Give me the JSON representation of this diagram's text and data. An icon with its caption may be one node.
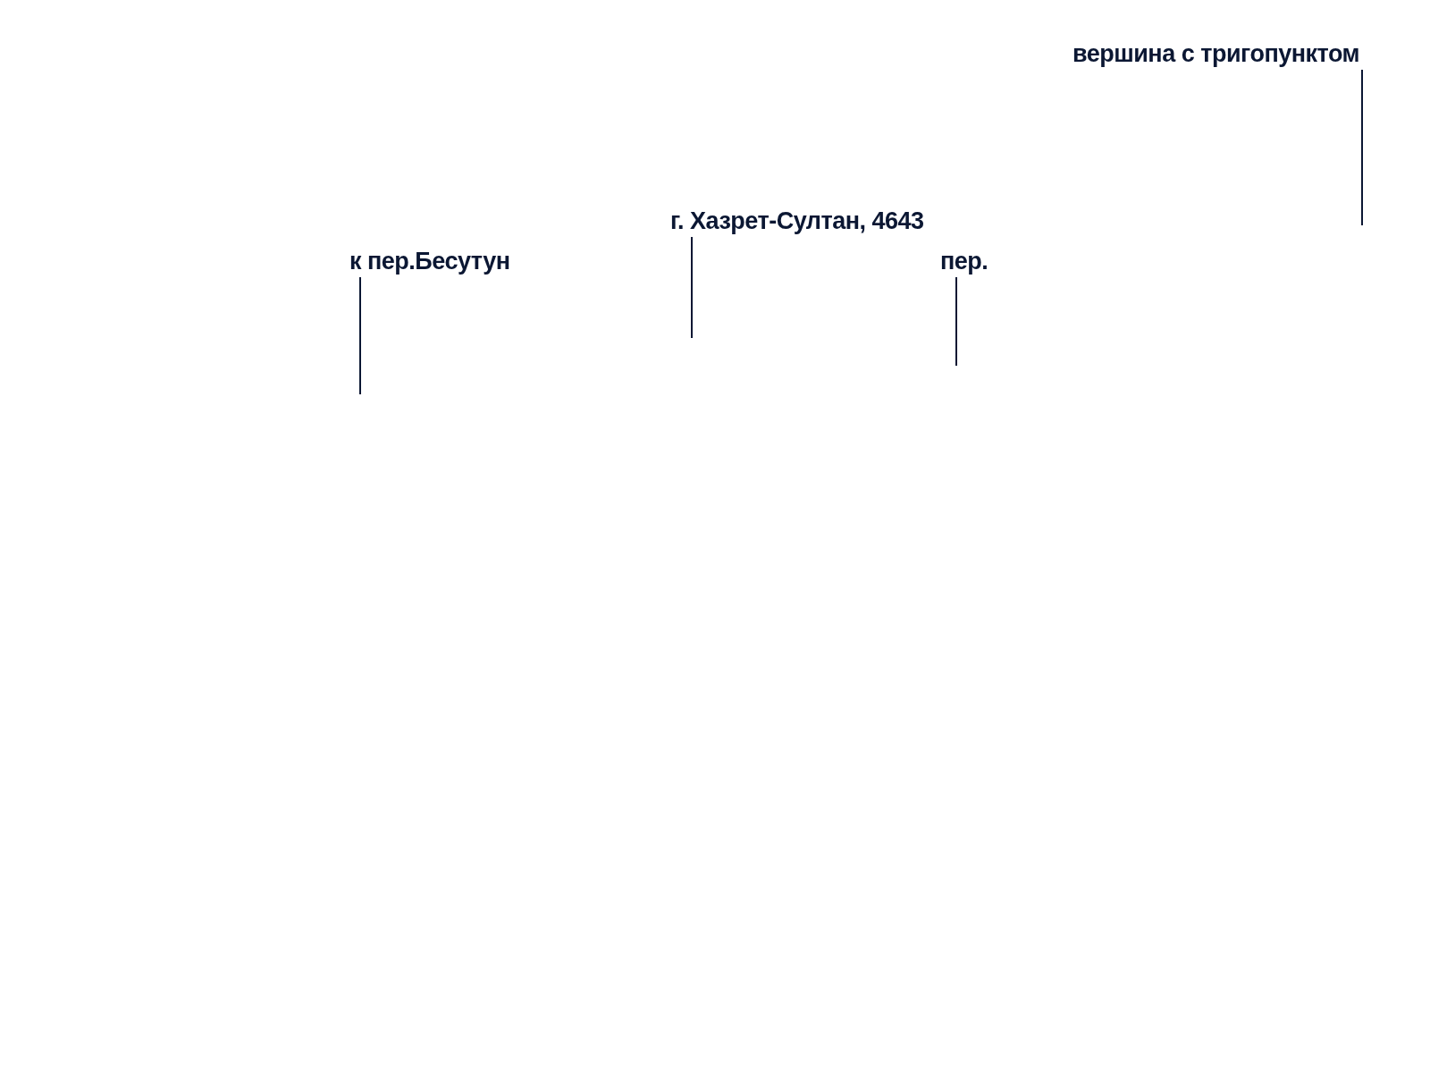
{
  "diagram": {
    "nodes": [
      {
        "text": [
          "вершина с тригопунктом"
        ]
      },
      {
        "text": [
          "г. Хазрет-Султан, 4643"
        ]
      },
      {
        "text": [
          "к пер.Бесутун"
        ]
      },
      {
        "text": [
          "пер."
        ]
      }
    ],
    "edges": [
      {
        "from": 0,
        "to": null,
        "arrow": "none"
      },
      {
        "from": 1,
        "to": null,
        "arrow": "none"
      },
      {
        "from": 2,
        "to": null,
        "arrow": "none"
      },
      {
        "from": 3,
        "to": null,
        "arrow": "none"
      }
    ]
  }
}
